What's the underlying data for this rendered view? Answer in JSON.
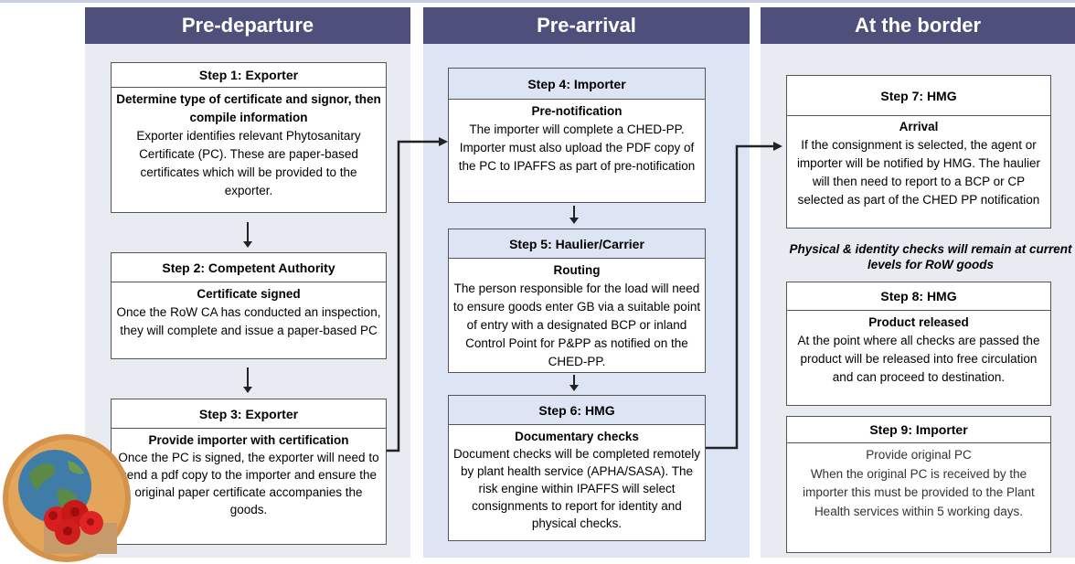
{
  "columns": [
    {
      "header": "Pre-departure"
    },
    {
      "header": "Pre-arrival"
    },
    {
      "header": "At the border"
    }
  ],
  "steps": {
    "s1": {
      "title": "Step 1: Exporter",
      "subtitle": "Determine type of certificate and signor, then compile information",
      "text": "Exporter identifies relevant Phytosanitary Certificate (PC). These are paper-based certificates which will be provided to the exporter."
    },
    "s2": {
      "title": "Step 2: Competent Authority",
      "subtitle": "Certificate signed",
      "text": "Once the RoW CA has conducted an inspection, they will complete and issue a paper-based PC"
    },
    "s3": {
      "title": "Step 3: Exporter",
      "subtitle": "Provide importer with certification",
      "text": "Once the PC is signed, the exporter will need to send a pdf copy to the importer and ensure the original paper certificate accompanies the goods."
    },
    "s4": {
      "title": "Step 4: Importer",
      "subtitle": "Pre-notification",
      "text": "The importer will complete a CHED-PP. Importer must also upload the PDF copy of the PC to IPAFFS as part of pre-notification"
    },
    "s5": {
      "title": "Step 5: Haulier/Carrier",
      "subtitle": "Routing",
      "text": "The person responsible for the load will need to ensure goods enter GB via a suitable point of entry with a designated BCP or inland Control Point for P&PP as notified on the CHED-PP."
    },
    "s6": {
      "title": "Step 6: HMG",
      "subtitle": "Documentary checks",
      "text": "Document checks will be completed remotely by plant health service (APHA/SASA). The risk engine within IPAFFS will select consignments to report for identity and physical checks."
    },
    "s7": {
      "title": "Step 7: HMG",
      "subtitle": "Arrival",
      "text": "If the consignment is selected, the agent or importer will be notified by HMG. The haulier will then need to report to a BCP or CP selected as part of the CHED PP notification"
    },
    "s8": {
      "title": "Step 8: HMG",
      "subtitle": "Product released",
      "text": "At the point where all checks are passed the product will be released into free circulation and can proceed to destination."
    },
    "s9": {
      "title": "Step 9: Importer",
      "subtitle": "Provide original PC",
      "text": "When the original PC is received by the importer this must be provided to the Plant Health services within 5 working days."
    }
  },
  "note": "Physical & identity checks will remain at current levels for RoW goods",
  "colors": {
    "header_bg": "#4e4f7b",
    "column_bg": "#e9ebf2",
    "column_mid_bg": "#dde4f3"
  },
  "icons": {
    "logo": "globe-with-red-carnations-icon"
  }
}
